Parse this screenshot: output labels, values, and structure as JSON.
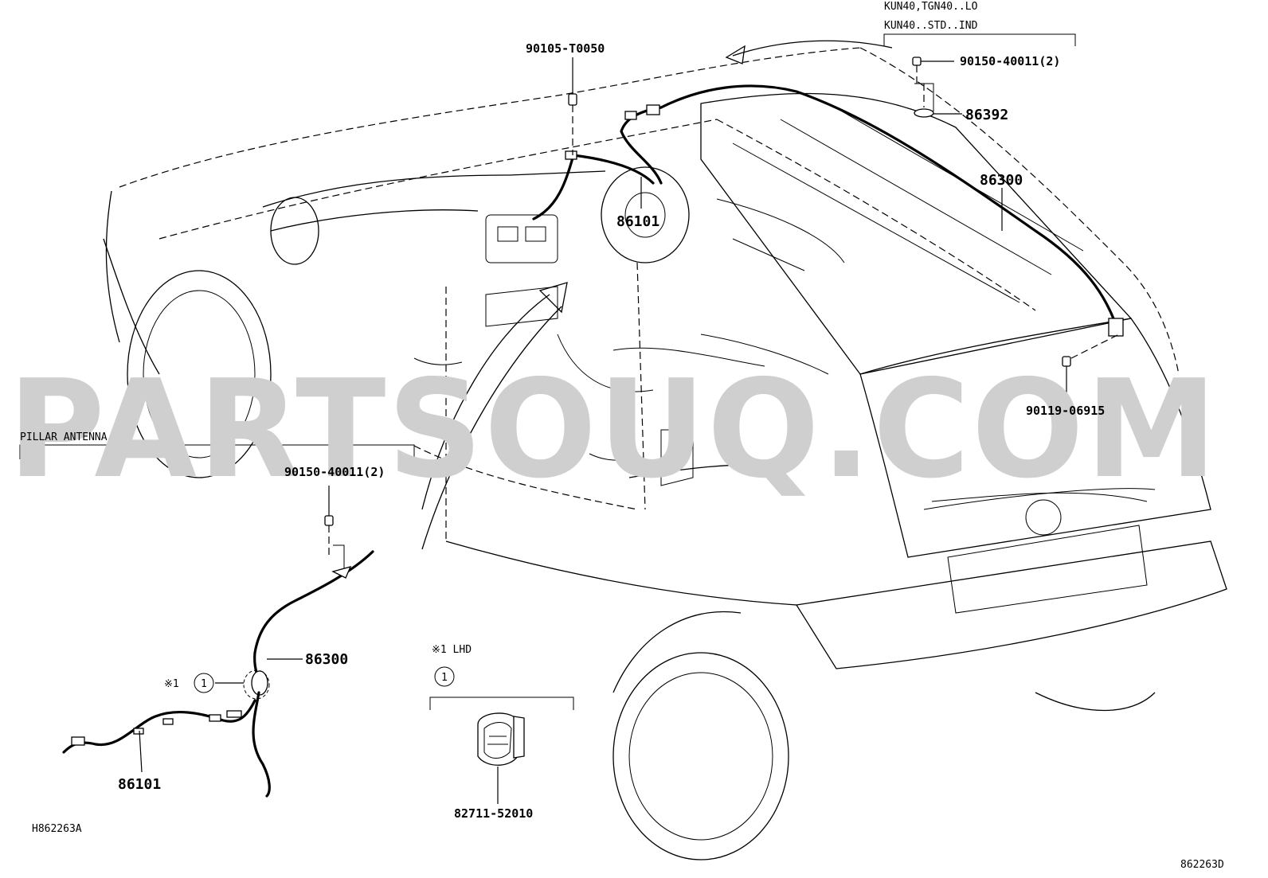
{
  "labels": {
    "top_variant_1": "KUN40,TGN40..LO",
    "top_variant_2": "KUN40..STD..IND",
    "bolt_top": "90105-T0050",
    "screw_top_right": "90150-40011(2)",
    "pad_top_right": "86392",
    "cable_roof": "86300",
    "cable_dash": "86101",
    "bolt_rear": "90119-06915",
    "pillar_title": "PILLAR ANTENNA",
    "screw_pillar": "90150-40011(2)",
    "cable_pillar": "86300",
    "note_marker": "※1",
    "circle_1": "1",
    "cable_pillar_lower": "86101",
    "lhd_note": "※1 LHD",
    "circle_lhd": "1",
    "clip_part": "82711-52010",
    "ref_left": "H862263A",
    "ref_right": "862263D"
  },
  "watermark": "PARTSOUQ.COM"
}
